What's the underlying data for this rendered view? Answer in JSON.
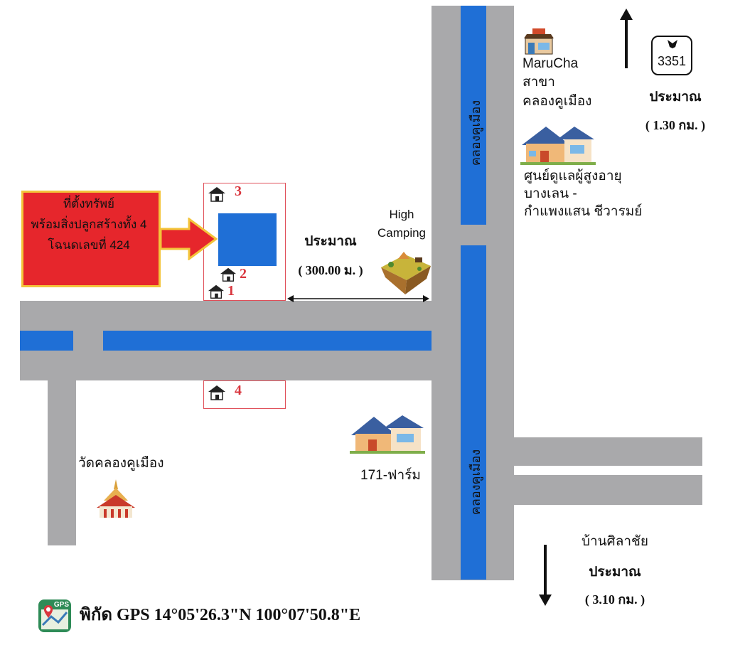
{
  "property_callout": {
    "line1": "ที่ตั้งทรัพย์",
    "line2": "พร้อมสิ่งปลูกสร้างทั้ง 4",
    "line3": "โฉนดเลขที่ 424",
    "fill_color": "#e6262c",
    "border_color": "#f3c43a"
  },
  "plots": {
    "plot1": "1",
    "plot2": "2",
    "plot3": "3",
    "plot4": "4"
  },
  "distance_300": {
    "label": "ประมาณ",
    "value": "( 300.00 ม. )"
  },
  "high_camping": {
    "line1": "High",
    "line2": "Camping"
  },
  "canal_labels": {
    "north": "คลองคูเมือง",
    "south": "คลองคูเมือง"
  },
  "marucha": {
    "line1": "MaruCha",
    "line2": "สาขา",
    "line3": "คลองคูเมือง"
  },
  "elderly_center": {
    "line1": "ศูนย์ดูแลผู้สูงอายุ",
    "line2": "บางเลน -",
    "line3": "กำแพงแสน ชีวารมย์"
  },
  "highway": {
    "number": "3351",
    "label": "ประมาณ",
    "distance": "( 1.30 กม. )"
  },
  "farm": {
    "label": "171-ฟาร์ม"
  },
  "temple": {
    "label": "วัดคลองคูเมือง"
  },
  "silachai": {
    "name": "บ้านศิลาชัย",
    "label": "ประมาณ",
    "distance": "( 3.10 กม. )"
  },
  "gps": {
    "badge": "GPS",
    "text": "พิกัด GPS 14°05'26.3\"N 100°07'50.8\"E"
  },
  "colors": {
    "road": "#a9a9ab",
    "canal": "#1f6fd6",
    "property": "#1f6fd6",
    "plot_border": "#e0505a",
    "plot_number": "#d9363e"
  }
}
